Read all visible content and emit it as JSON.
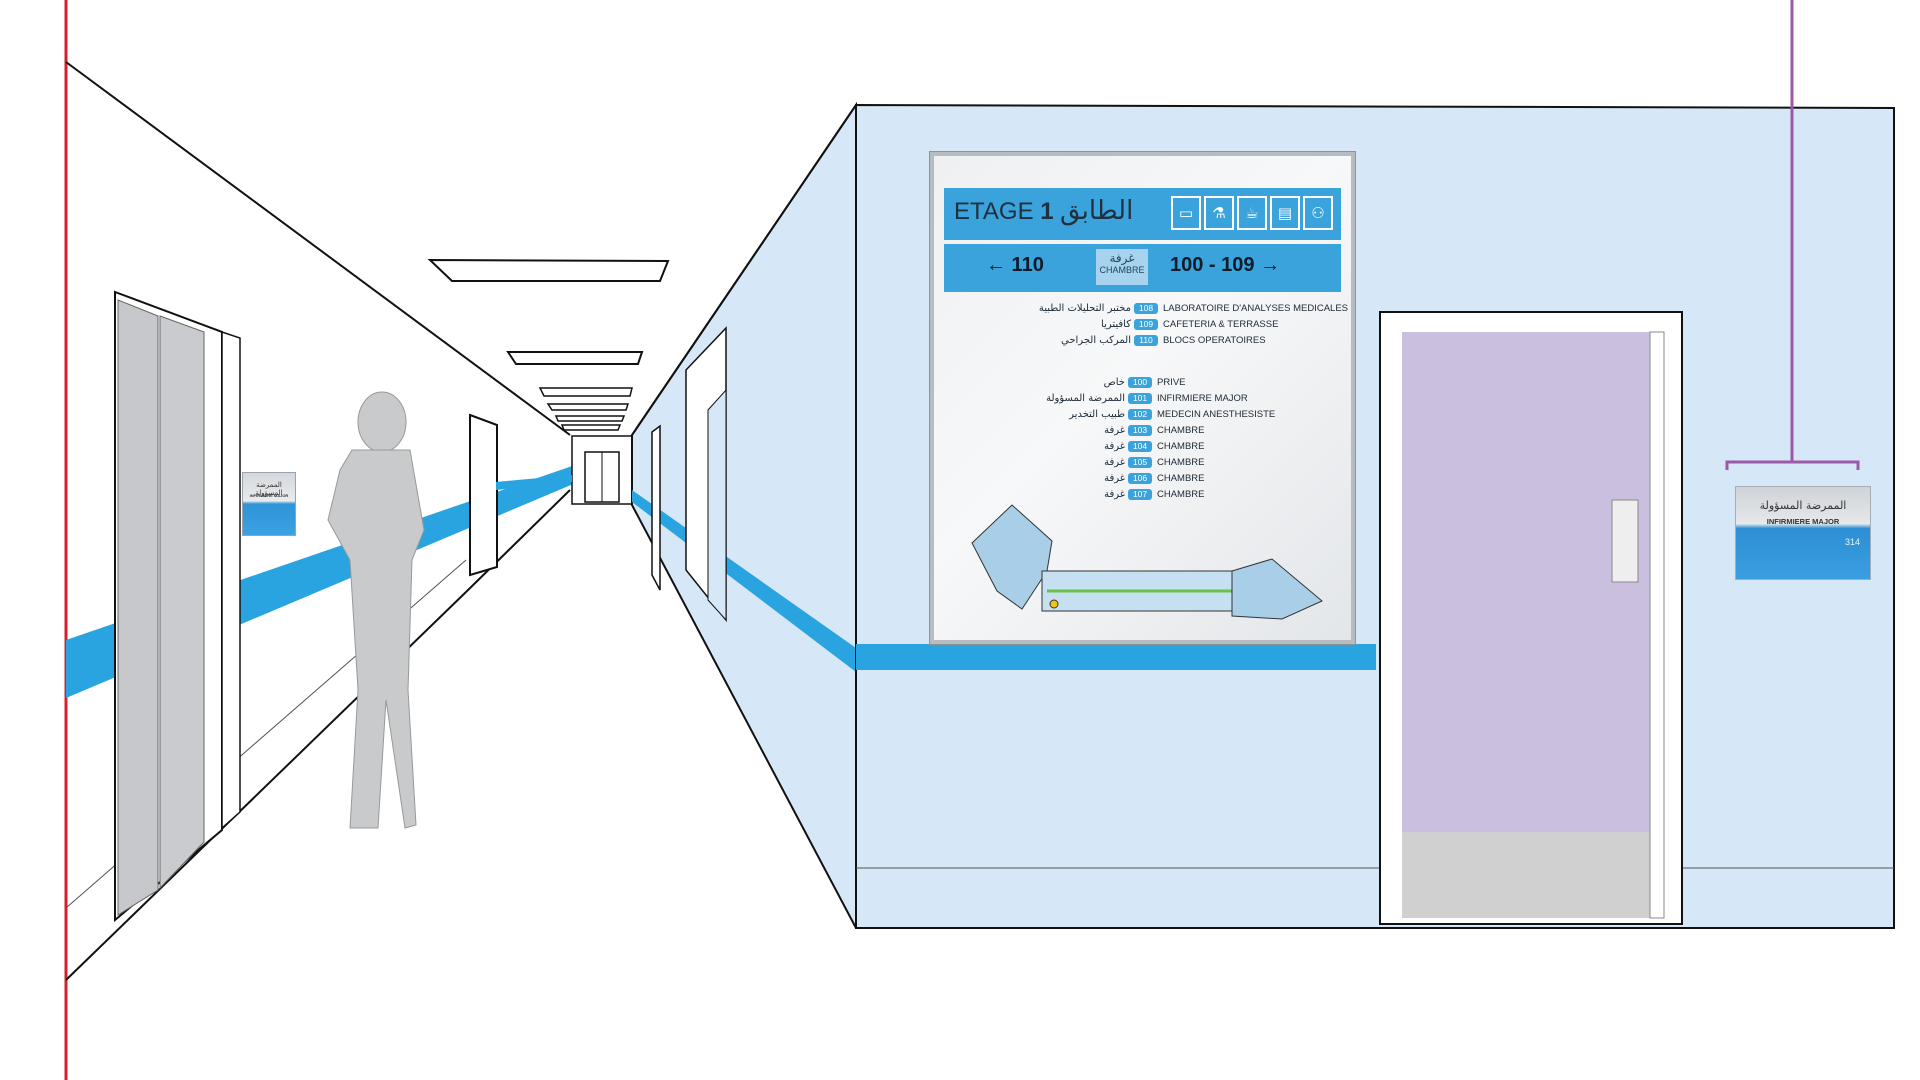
{
  "directory_sign": {
    "etage_label": "ETAGE",
    "etage_number": "1",
    "etage_arabic": "الطابق",
    "nav_left": "← 110",
    "nav_center_ar": "غرفة",
    "nav_center_fr": "CHAMBRE",
    "nav_right": "100 - 109 →",
    "icons": [
      "bed-icon",
      "lab-flask-icon",
      "coffee-icon",
      "reception-desk-icon",
      "people-icon"
    ],
    "rooms_top": [
      {
        "num": "108",
        "fr": "LABORATOIRE D'ANALYSES MEDICALES",
        "ar": "مختبر التحليلات الطبية"
      },
      {
        "num": "109",
        "fr": "CAFETERIA & TERRASSE",
        "ar": "كافيتريا"
      },
      {
        "num": "110",
        "fr": "BLOCS OPERATOIRES",
        "ar": "المركب الجراحي"
      }
    ],
    "rooms_bottom": [
      {
        "num": "100",
        "fr": "PRIVE",
        "ar": "خاص"
      },
      {
        "num": "101",
        "fr": "INFIRMIERE MAJOR",
        "ar": "الممرضة المسؤولة"
      },
      {
        "num": "102",
        "fr": "MEDECIN ANESTHESISTE",
        "ar": "طبيب التخدير"
      },
      {
        "num": "103",
        "fr": "CHAMBRE",
        "ar": "غرفة"
      },
      {
        "num": "104",
        "fr": "CHAMBRE",
        "ar": "غرفة"
      },
      {
        "num": "105",
        "fr": "CHAMBRE",
        "ar": "غرفة"
      },
      {
        "num": "106",
        "fr": "CHAMBRE",
        "ar": "غرفة"
      },
      {
        "num": "107",
        "fr": "CHAMBRE",
        "ar": "غرفة"
      }
    ]
  },
  "room_plate": {
    "ar": "الممرضة المسؤولة",
    "fr": "INFIRMIERE MAJOR",
    "num": "314"
  },
  "far_plate": {
    "ar": "الممرضة المسؤولة",
    "fr": "INFIRMIERE MAJOR"
  },
  "colors": {
    "wall": "#d6e8f7",
    "stripe": "#2aa4e0",
    "door": "#cbbfe0",
    "door_kick": "#d0d0d0",
    "guide_red": "#d4202a",
    "guide_purple": "#9b59a8",
    "silhouette": "#c9cacb",
    "sign_blue": "#3aa3dc"
  }
}
